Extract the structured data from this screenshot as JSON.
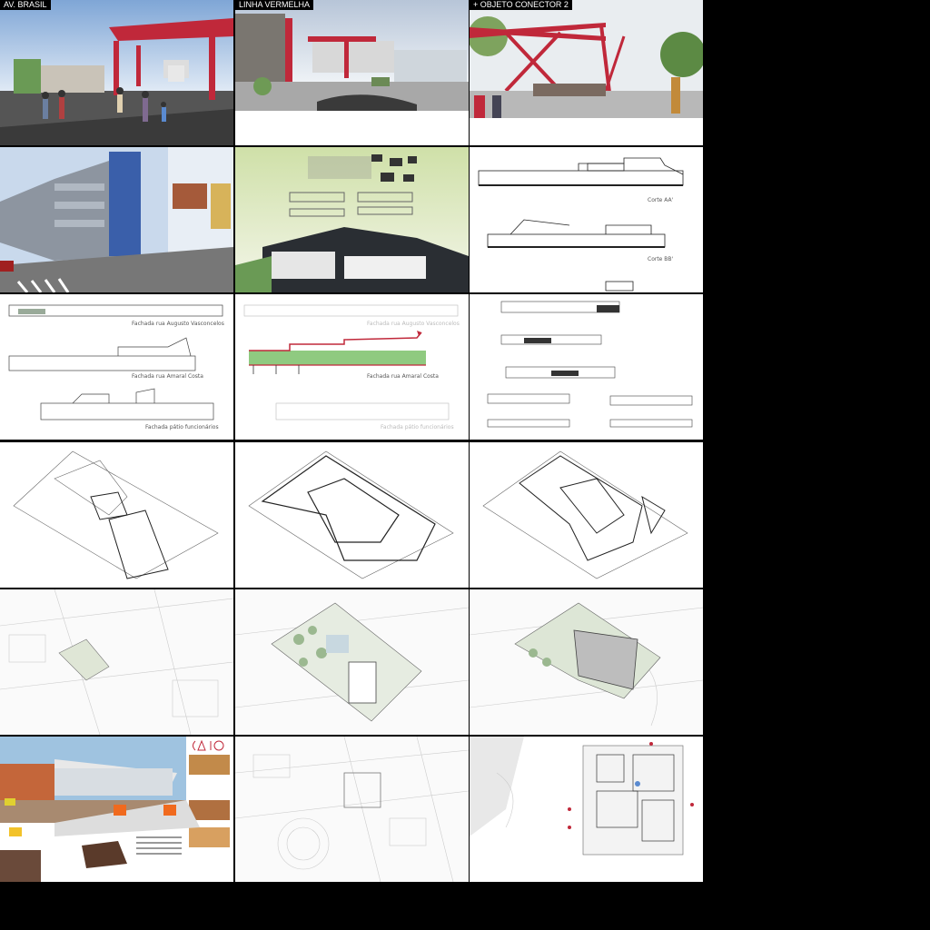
{
  "labels": {
    "av_brasil": "AV. BRASIL",
    "linha_vermelha": "LINHA VERMELHA",
    "objeto_conector": "+ OBJETO CONECTOR 2"
  },
  "captions": {
    "corte_aa": "Corte AA'",
    "corte_bb": "Corte BB'",
    "fachada_augusto_1": "Fachada rua Augusto Vasconcelos",
    "fachada_amaral_1": "Fachada rua Amaral Costa",
    "fachada_patio": "Fachada pátio funcionários",
    "fachada_augusto_2": "Fachada rua Augusto Vasconcelos",
    "fachada_amaral_2": "Fachada rua Amaral Costa",
    "fachada_patio_2": "Fachada pátio funcionários"
  },
  "colors": {
    "structure_red": "#c0283a",
    "grass_green": "#5fb34a",
    "sky_blue": "#a9c6e8",
    "orange": "#f06a1e",
    "yellow": "#f2c22a"
  }
}
